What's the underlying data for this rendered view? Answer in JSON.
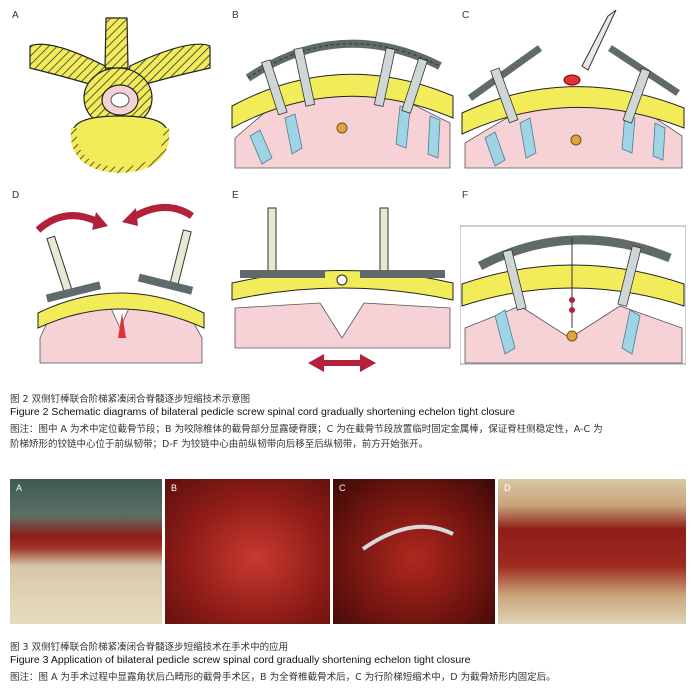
{
  "figure2": {
    "panels": [
      {
        "label": "A"
      },
      {
        "label": "B"
      },
      {
        "label": "C"
      },
      {
        "label": "D"
      },
      {
        "label": "E"
      },
      {
        "label": "F"
      }
    ],
    "caption_cn": "图 2   双侧钉棒联合阶梯紧凑闭合脊髓逐步短缩技术示意图",
    "caption_en": "Figure 2   Schematic diagrams of bilateral pedicle screw spinal cord gradually shortening echelon tight closure",
    "note_line1": "图注：图中 A 为术中定位截骨节段；B 为咬除椎体的截骨部分显露硬脊膜；C 为在截骨节段放置临时固定金属棒，保证脊柱侧稳定性，A-C 为",
    "note_line2": "阶梯矫形的铰链中心位于前纵韧带；D-F 为铰链中心由前纵韧带向后移至后纵韧带，前方开始张开。"
  },
  "figure3": {
    "panels": [
      {
        "label": "A"
      },
      {
        "label": "B"
      },
      {
        "label": "C"
      },
      {
        "label": "D"
      }
    ],
    "caption_cn": "图 3   双侧钉棒联合阶梯紧凑闭合脊髓逐步短缩技术在手术中的应用",
    "caption_en": "Figure 3   Application of bilateral pedicle screw spinal cord gradually shortening echelon tight closure",
    "note_line1": "图注：图 A 为手术过程中显露角状后凸畸形的截骨手术区，B 为全脊椎截骨术后，C 为行阶梯短缩术中，D 为截骨矫形内固定后。"
  },
  "colors": {
    "bone_yellow": "#f3ec5a",
    "bone_pink": "#f6d2d6",
    "disc_blue": "#9fd4e6",
    "rod_gray": "#5f6b6b",
    "arrow_red": "#b3203a",
    "tissue_red": "#8e1c17"
  }
}
